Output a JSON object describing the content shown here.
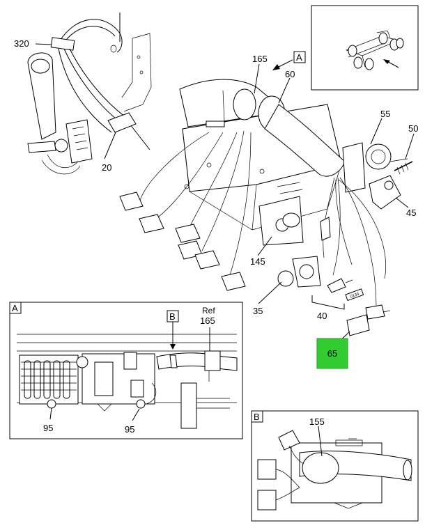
{
  "colors": {
    "highlight": "#33cc33",
    "line": "#000000",
    "background": "#ffffff"
  },
  "callouts": {
    "c320": "320",
    "c20": "20",
    "c165": "165",
    "c60": "60",
    "cA": "A",
    "c55": "55",
    "c50": "50",
    "c45": "45",
    "c145": "145",
    "c35": "35",
    "c40": "40",
    "c65": "65"
  },
  "detail_a": {
    "box_label": "A",
    "b_flag": "B",
    "ref_label": "Ref",
    "ref_165": "165",
    "c95_left": "95",
    "c95_right": "95"
  },
  "detail_b": {
    "box_label": "B",
    "c155": "155"
  },
  "small_tag": "0134"
}
